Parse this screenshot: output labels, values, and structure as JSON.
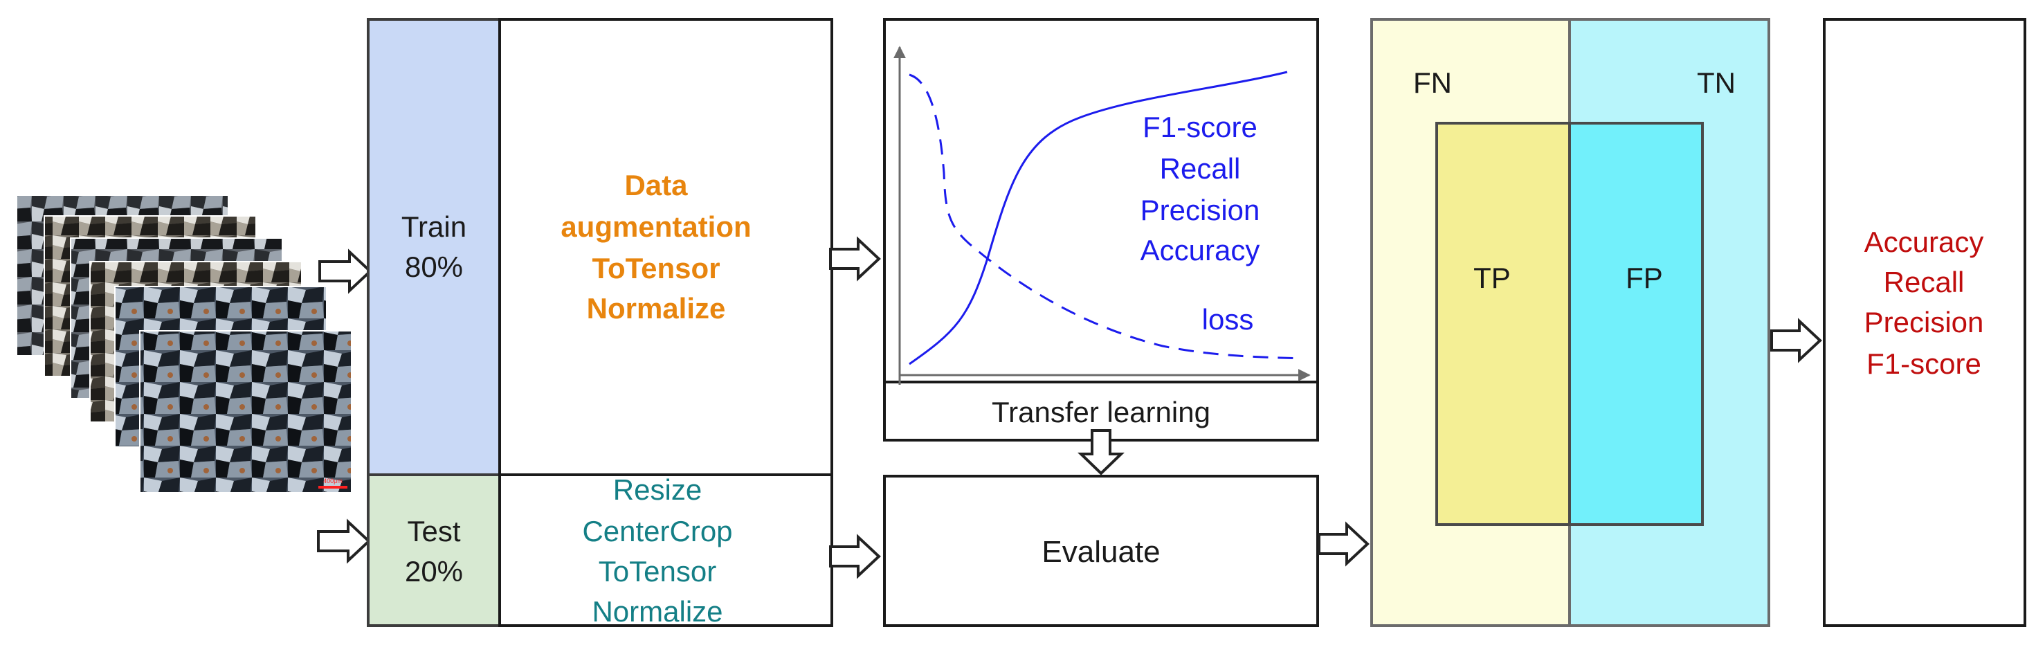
{
  "split": {
    "train_label": "Train",
    "train_pct": "80%",
    "test_label": "Test",
    "test_pct": "20%"
  },
  "train_transforms": [
    "Data",
    "augmentation",
    "ToTensor",
    "Normalize"
  ],
  "test_transforms": [
    "Resize",
    "CenterCrop",
    "ToTensor",
    "Normalize"
  ],
  "training_chart": {
    "metrics": [
      "F1-score",
      "Recall",
      "Precision",
      "Accuracy"
    ],
    "loss_label": "loss",
    "caption": "Transfer learning"
  },
  "evaluate_label": "Evaluate",
  "confusion": {
    "fn": "FN",
    "tn": "TN",
    "tp": "TP",
    "fp": "FP"
  },
  "final_metrics": [
    "Accuracy",
    "Recall",
    "Precision",
    "F1-score"
  ],
  "scale_bar_label": "400μm",
  "colors": {
    "train_fill": "#c9d9f6",
    "test_fill": "#d7e9d2",
    "orange_text": "#e8850e",
    "teal_text": "#147f86",
    "blue_text": "#1c1ced",
    "red_text": "#c00d0d",
    "fn_fill": "#fdfddd",
    "tn_fill": "#b8f5fb",
    "tp_fill": "#f4ef95",
    "fp_fill": "#72f0fb",
    "border": "#3c3c3c"
  },
  "icons": {
    "input_arrow": "hollow-right-arrow",
    "down_arrow": "hollow-down-arrow",
    "images": "thin-section-micrograph-stack"
  }
}
